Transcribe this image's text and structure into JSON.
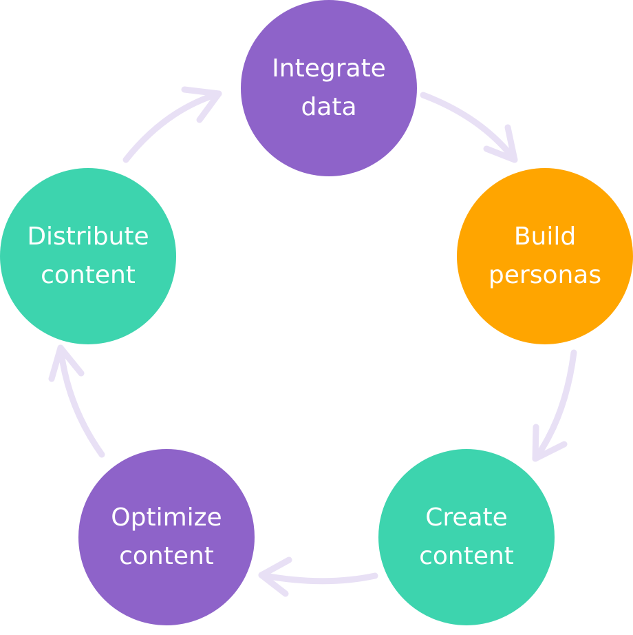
{
  "colors": {
    "purple": "#8E63C9",
    "orange": "#FFA500",
    "teal": "#3DD4AE",
    "arrow": "#E8E0F5",
    "text": "#FFFFFF"
  },
  "cycle": {
    "nodes": [
      {
        "line1": "Integrate",
        "line2": "data",
        "color": "#8E63C9"
      },
      {
        "line1": "Build",
        "line2": "personas",
        "color": "#FFA500"
      },
      {
        "line1": "Create",
        "line2": "content",
        "color": "#3DD4AE"
      },
      {
        "line1": "Optimize",
        "line2": "content",
        "color": "#8E63C9"
      },
      {
        "line1": "Distribute",
        "line2": "content",
        "color": "#3DD4AE"
      }
    ]
  }
}
